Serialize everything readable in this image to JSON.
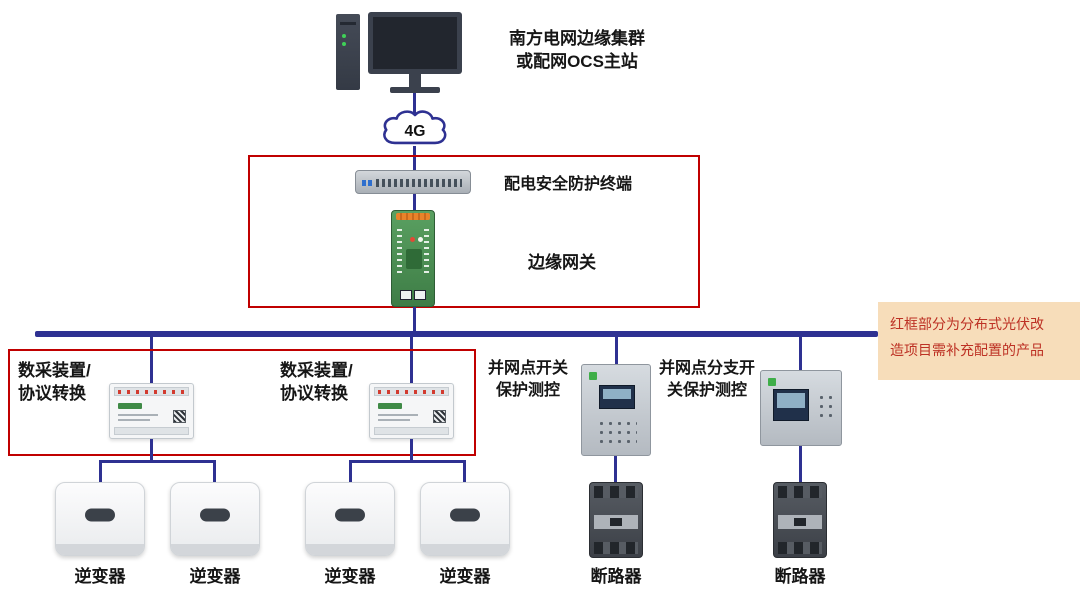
{
  "colors": {
    "bus_blue": "#2e3192",
    "frame_red": "#c00000",
    "note_bg": "#f7ddba",
    "note_text": "#bd3124",
    "gateway_green": "#3e7d46"
  },
  "master_station": {
    "line1": "南方电网边缘集群",
    "line2": "或配网OCS主站"
  },
  "cloud": {
    "label": "4G"
  },
  "security_terminal": {
    "label": "配电安全防护终端"
  },
  "edge_gateway": {
    "label": "边缘网关"
  },
  "daq_left": {
    "line1": "数采装置/",
    "line2": "协议转换"
  },
  "daq_right": {
    "line1": "数采装置/",
    "line2": "协议转换"
  },
  "protection_main": {
    "line1": "并网点开关",
    "line2": "保护测控"
  },
  "protection_branch": {
    "line1": "并网点分支开",
    "line2": "关保护测控"
  },
  "inverters": [
    "逆变器",
    "逆变器",
    "逆变器",
    "逆变器"
  ],
  "breakers": [
    "断路器",
    "断路器"
  ],
  "note": {
    "line1": "红框部分为分布式光伏改",
    "line2": "造项目需补充配置的产品"
  }
}
